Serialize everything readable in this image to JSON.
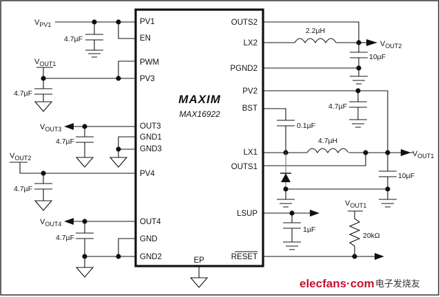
{
  "ic": {
    "brand": "MAXIM",
    "part_number": "MAX16922",
    "left_pins": [
      "PV1",
      "EN",
      "PWM",
      "PV3",
      "OUT3",
      "GND1",
      "GND3",
      "PV4",
      "OUT4",
      "GND",
      "GND2"
    ],
    "right_pins": [
      "OUTS2",
      "LX2",
      "PGND2",
      "PV2",
      "BST",
      "LX1",
      "OUTS1",
      "LSUP",
      "RESET"
    ],
    "bottom_pin": "EP"
  },
  "nets": {
    "vpv1": {
      "base": "V",
      "sub": "PV1"
    },
    "vout1_a": {
      "base": "V",
      "sub": "OUT1"
    },
    "vout3": {
      "base": "V",
      "sub": "OUT3"
    },
    "vout2_a": {
      "base": "V",
      "sub": "OUT2"
    },
    "vout4": {
      "base": "V",
      "sub": "OUT4"
    },
    "vout2_b": {
      "base": "V",
      "sub": "OUT2"
    },
    "vout1_b": {
      "base": "V",
      "sub": "OUT1"
    },
    "vout1_c": {
      "base": "V",
      "sub": "OUT1"
    }
  },
  "components": {
    "c_pv1": "4.7µF",
    "c_pv3": "4.7µF",
    "c_out3": "4.7µF",
    "c_pv4": "4.7µF",
    "c_out4": "4.7µF",
    "l2": "2.2µH",
    "c_out2": "10µF",
    "c_pv2": "4.7µF",
    "c_bst": "0.1µF",
    "l1": "4.7µH",
    "c_out1": "10µF",
    "c_lsup": "1µF",
    "r_reset": "20kΩ"
  },
  "watermark": {
    "site": "elecfans·com",
    "cn": "电子发烧友",
    "color": "#c8102e"
  }
}
